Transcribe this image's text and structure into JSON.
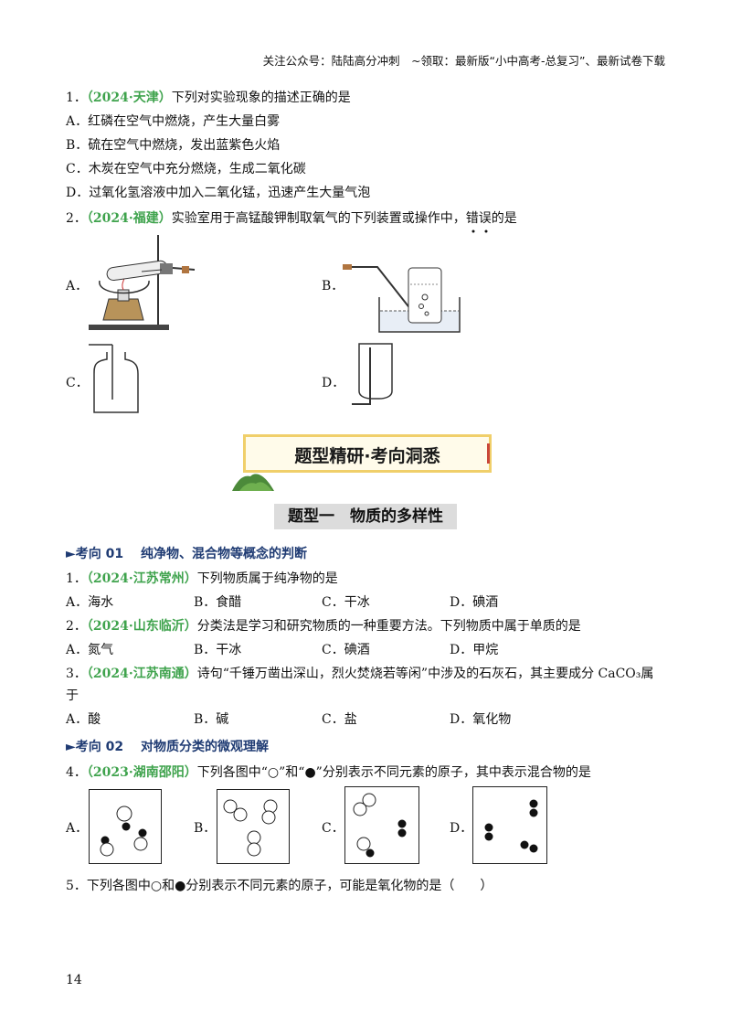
{
  "header": "关注公众号：陆陆高分冲刺　~领取：最新版“小中高考-总复习”、最新试卷下载",
  "q1": {
    "num": "1．",
    "tag": "（2024·天津）",
    "stem": "下列对实验现象的描述正确的是",
    "options": [
      "A．红磷在空气中燃烧，产生大量白雾",
      "B．硫在空气中燃烧，发出蓝紫色火焰",
      "C．木炭在空气中充分燃烧，生成二氧化碳",
      "D．过氧化氢溶液中加入二氧化锰，迅速产生大量气泡"
    ]
  },
  "q2": {
    "num": "2．",
    "tag": "（2024·福建）",
    "stem": "实验室用于高锰酸钾制取氧气的下列装置或操作中，错误的是",
    "labels": [
      "A．",
      "B．",
      "C．",
      "D．"
    ]
  },
  "banner": "题型精研·考向洞悉",
  "type_title": "题型一　物质的多样性",
  "kx1": "►考向 01　 纯净物、混合物等概念的判断",
  "p1": {
    "num": "1．",
    "tag": "（2024·江苏常州）",
    "stem": "下列物质属于纯净物的是",
    "options": [
      "A．海水",
      "B．食醋",
      "C．干冰",
      "D．碘酒"
    ]
  },
  "p2": {
    "num": "2．",
    "tag": "（2024·山东临沂）",
    "stem": "分类法是学习和研究物质的一种重要方法。下列物质中属于单质的是",
    "options": [
      "A．氮气",
      "B．干冰",
      "C．碘酒",
      "D．甲烷"
    ]
  },
  "p3": {
    "num": "3．",
    "tag": "（2024·江苏南通）",
    "stem": "诗句“千锤万凿出深山，烈火焚烧若等闲”中涉及的石灰石，其主要成分 CaCO₃属",
    "stem2": "于",
    "options": [
      "A．酸",
      "B．碱",
      "C．盐",
      "D．氧化物"
    ]
  },
  "kx2": "►考向 02　 对物质分类的微观理解",
  "p4": {
    "num": "4．",
    "tag": "（2023·湖南邵阳）",
    "stem": "下列各图中“○”和“●”分别表示不同元素的原子，其中表示混合物的是",
    "labels": [
      "A．",
      "B．",
      "C．",
      "D．"
    ]
  },
  "p5": {
    "stem": "5．下列各图中○和●分别表示不同元素的原子，可能是氧化物的是（　　）"
  },
  "page_number": "14"
}
